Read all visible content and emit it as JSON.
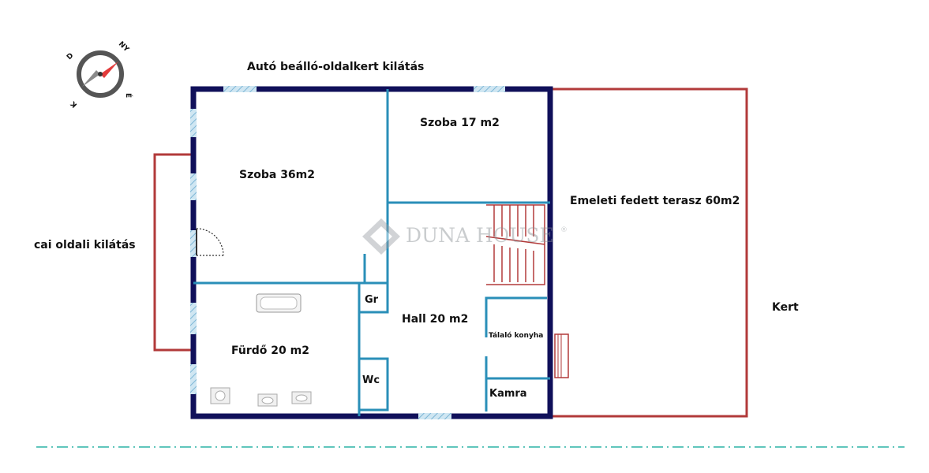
{
  "labels": {
    "top_view": "Autó beálló-oldalkert kilátás",
    "left_view": "cai oldali kilátás",
    "room_szoba36": "Szoba 36m2",
    "room_szoba17": "Szoba 17 m2",
    "terrace": "Emeleti fedett terasz 60m2",
    "garden": "Kert",
    "hall": "Hall 20 m2",
    "bath": "Fürdő 20 m2",
    "gr": "Gr",
    "wc": "Wc",
    "kitchen": "Tálaló konyha",
    "pantry": "Kamra"
  },
  "watermark": {
    "brand": "DUNA HOUSE",
    "registered": "®"
  },
  "compass": {
    "letters": [
      "É",
      "K",
      "D",
      "NY"
    ]
  },
  "colors": {
    "outer_wall": "#10105a",
    "inner_wall": "#2a8fb8",
    "terrace_outline": "#b23a3a",
    "window": "#9ccbe3",
    "site_line": "#2bb3a6"
  }
}
